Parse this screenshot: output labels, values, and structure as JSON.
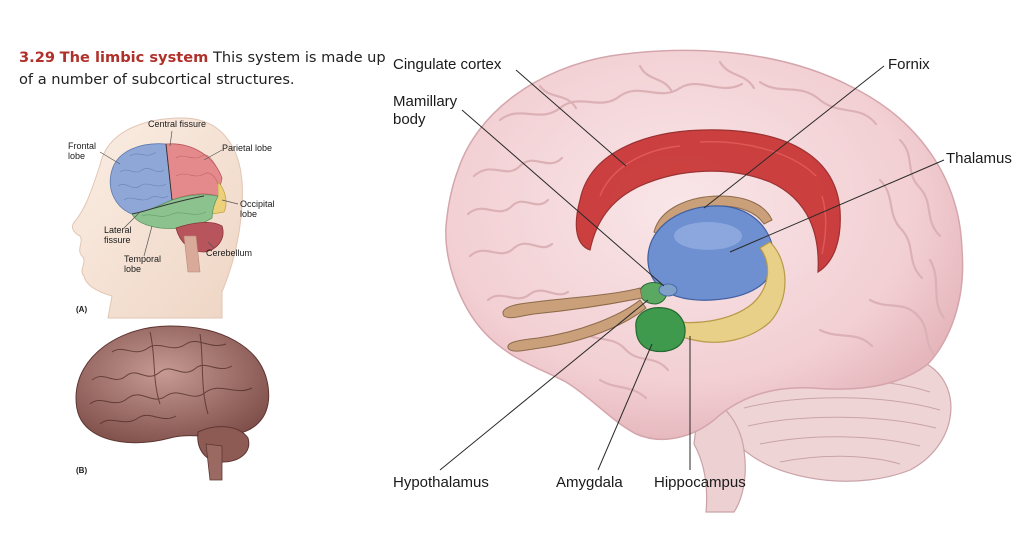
{
  "caption": {
    "number": "3.29",
    "title": "The limbic system",
    "text": "This system is made up of a number of subcortical structures."
  },
  "panel_a": {
    "id": "(A)",
    "labels": {
      "central_fissure": "Central fissure",
      "frontal_1": "Frontal",
      "frontal_2": "lobe",
      "parietal": "Parietal lobe",
      "occipital_1": "Occipital",
      "occipital_2": "lobe",
      "lateral_1": "Lateral",
      "lateral_2": "fissure",
      "temporal_1": "Temporal",
      "temporal_2": "lobe",
      "cerebellum": "Cerebellum"
    }
  },
  "panel_b": {
    "id": "(B)"
  },
  "main_labels": {
    "cingulate": "Cingulate cortex",
    "fornix": "Fornix",
    "mamillary_1": "Mamillary",
    "mamillary_2": "body",
    "thalamus": "Thalamus",
    "hypothalamus": "Hypothalamus",
    "amygdala": "Amygdala",
    "hippocampus": "Hippocampus"
  },
  "colors": {
    "caption_title": "#b0302a",
    "frontal": "#8fa7d6",
    "parietal": "#e58a8c",
    "temporal": "#8cc28e",
    "occipital": "#ecd17a",
    "cerebellum": "#b8545c",
    "brain_pink": "#f3d3d6",
    "cingulate": "#c62a2a",
    "thalamus": "#6e8fd0",
    "hippocampus": "#e8d088",
    "amygdala": "#3f9a4e",
    "fornix": "#b58a6a"
  }
}
